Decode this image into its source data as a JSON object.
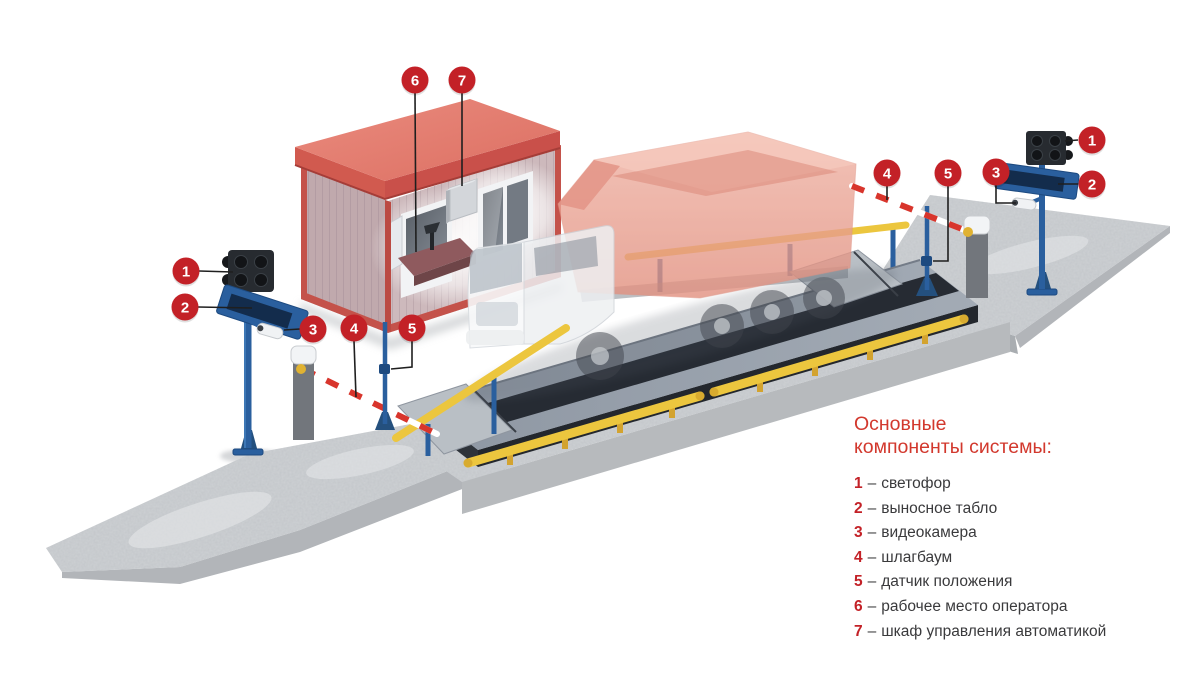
{
  "colors": {
    "badge_red": "#c32127",
    "legend_title_red": "#d2382d",
    "legend_text": "#3a3a3c",
    "equipment_blue": "#2a5f9e",
    "rail_yellow": "#ecc63e",
    "barrier_stripe_red": "#d8352c",
    "roof_red": "#e07a6d"
  },
  "legend": {
    "title_line1": "Основные",
    "title_line2": "компоненты системы:",
    "separator": "–",
    "items": [
      {
        "number": "1",
        "label": "светофор"
      },
      {
        "number": "2",
        "label": "выносное табло"
      },
      {
        "number": "3",
        "label": "видеокамера"
      },
      {
        "number": "4",
        "label": "шлагбаум"
      },
      {
        "number": "5",
        "label": "датчик положения"
      },
      {
        "number": "6",
        "label": "рабочее место оператора"
      },
      {
        "number": "7",
        "label": "шкаф управления автоматикой"
      }
    ]
  }
}
